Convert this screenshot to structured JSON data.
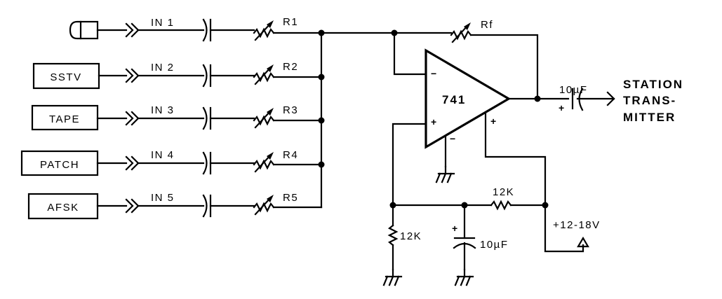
{
  "title": "Audio input mixer with 741 op-amp",
  "inputs": [
    {
      "source": "microphone",
      "source_label": "",
      "jack_label": "IN 1",
      "resistor_label": "R1"
    },
    {
      "source": "box",
      "source_label": "SSTV",
      "jack_label": "IN 2",
      "resistor_label": "R2"
    },
    {
      "source": "box",
      "source_label": "TAPE",
      "jack_label": "IN 3",
      "resistor_label": "R3"
    },
    {
      "source": "box",
      "source_label": "PATCH",
      "jack_label": "IN 4",
      "resistor_label": "R4"
    },
    {
      "source": "box",
      "source_label": "AFSK",
      "jack_label": "IN 5",
      "resistor_label": "R5"
    }
  ],
  "opamp": {
    "label": "741",
    "inverting_sign": "−",
    "noninverting_sign": "+",
    "supply_pos_sign": "+",
    "supply_neg_sign": "−"
  },
  "feedback": {
    "resistor_label": "Rf"
  },
  "output": {
    "capacitor_label": "10µF",
    "capacitor_polarity": "+",
    "destination_lines": [
      "STATION",
      "TRANS-",
      "MITTER"
    ]
  },
  "bias": {
    "upper_resistor_label": "12K",
    "lower_resistor_label": "12K",
    "capacitor_label": "10µF",
    "capacitor_polarity": "+"
  },
  "power": {
    "label": "+12-18V"
  }
}
